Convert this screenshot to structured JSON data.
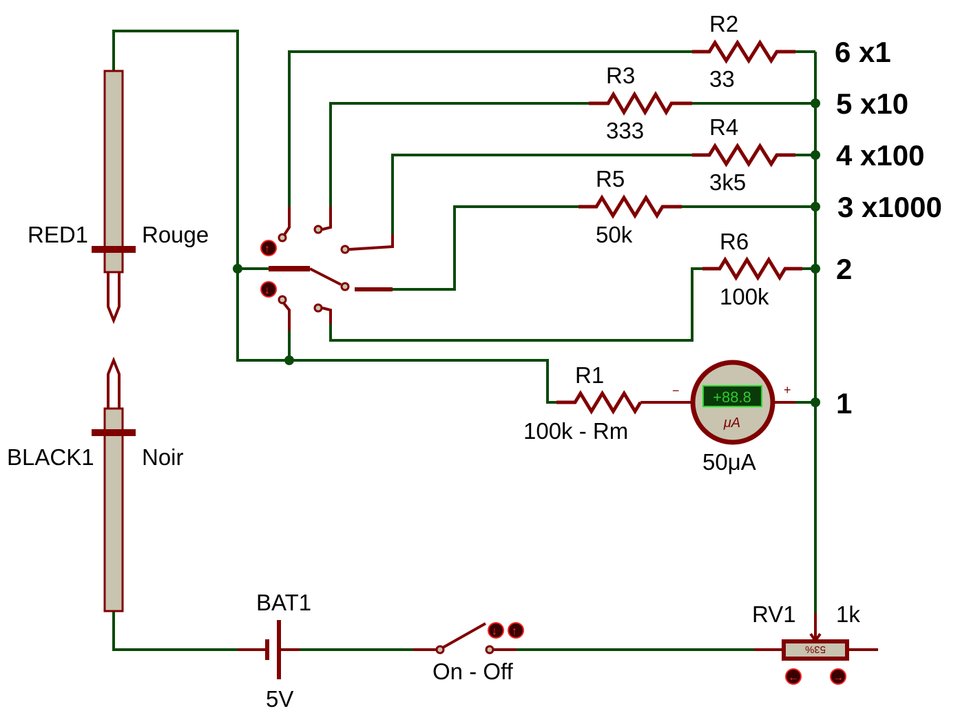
{
  "probes": {
    "red": {
      "ref": "RED1",
      "name": "Rouge"
    },
    "black": {
      "ref": "BLACK1",
      "name": "Noir"
    }
  },
  "resistors": [
    {
      "ref": "R2",
      "value": "33"
    },
    {
      "ref": "R3",
      "value": "333"
    },
    {
      "ref": "R4",
      "value": "3k5"
    },
    {
      "ref": "R5",
      "value": "50k"
    },
    {
      "ref": "R6",
      "value": "100k"
    },
    {
      "ref": "R1",
      "value": "100k - Rm"
    }
  ],
  "ranges": [
    "6 x1",
    "5 x10",
    "4 x100",
    "3 x1000",
    "2",
    "1"
  ],
  "meter": {
    "display": "+88.8",
    "unit": "μA",
    "value": "50μA",
    "minus": "−",
    "plus": "+"
  },
  "battery": {
    "ref": "BAT1",
    "value": "5V"
  },
  "power_switch": {
    "label": "On - Off"
  },
  "pot": {
    "ref": "RV1",
    "value": "1k",
    "position_percent": "53%"
  },
  "colors": {
    "wire": "#0a4a0a",
    "component": "#800000",
    "body": "#c8c4b0",
    "lcd": "#0a3a0a",
    "lcd_text": "#2ecc2e"
  }
}
